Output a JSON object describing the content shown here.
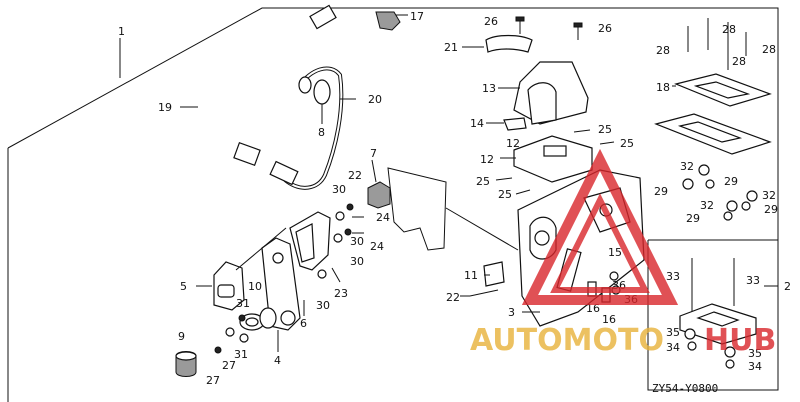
{
  "diagram": {
    "code": "ZY54-Y0800",
    "watermark": {
      "word1": "AUTOMOTO",
      "word2": "HUB"
    },
    "labels": [
      "1",
      "2",
      "3",
      "4",
      "5",
      "6",
      "7",
      "8",
      "9",
      "10",
      "11",
      "12",
      "12",
      "13",
      "14",
      "15",
      "16",
      "16",
      "17",
      "18",
      "19",
      "20",
      "21",
      "22",
      "22",
      "23",
      "24",
      "24",
      "25",
      "25",
      "25",
      "25",
      "26",
      "26",
      "27",
      "27",
      "28",
      "28",
      "28",
      "28",
      "29",
      "29",
      "29",
      "29",
      "30",
      "30",
      "30",
      "30",
      "31",
      "31",
      "32",
      "32",
      "32",
      "33",
      "33",
      "34",
      "34",
      "35",
      "35",
      "36",
      "36"
    ]
  },
  "colors": {
    "line": "#111111",
    "watermark_red": "#d9262b",
    "watermark_gold": "#e8b23a"
  }
}
